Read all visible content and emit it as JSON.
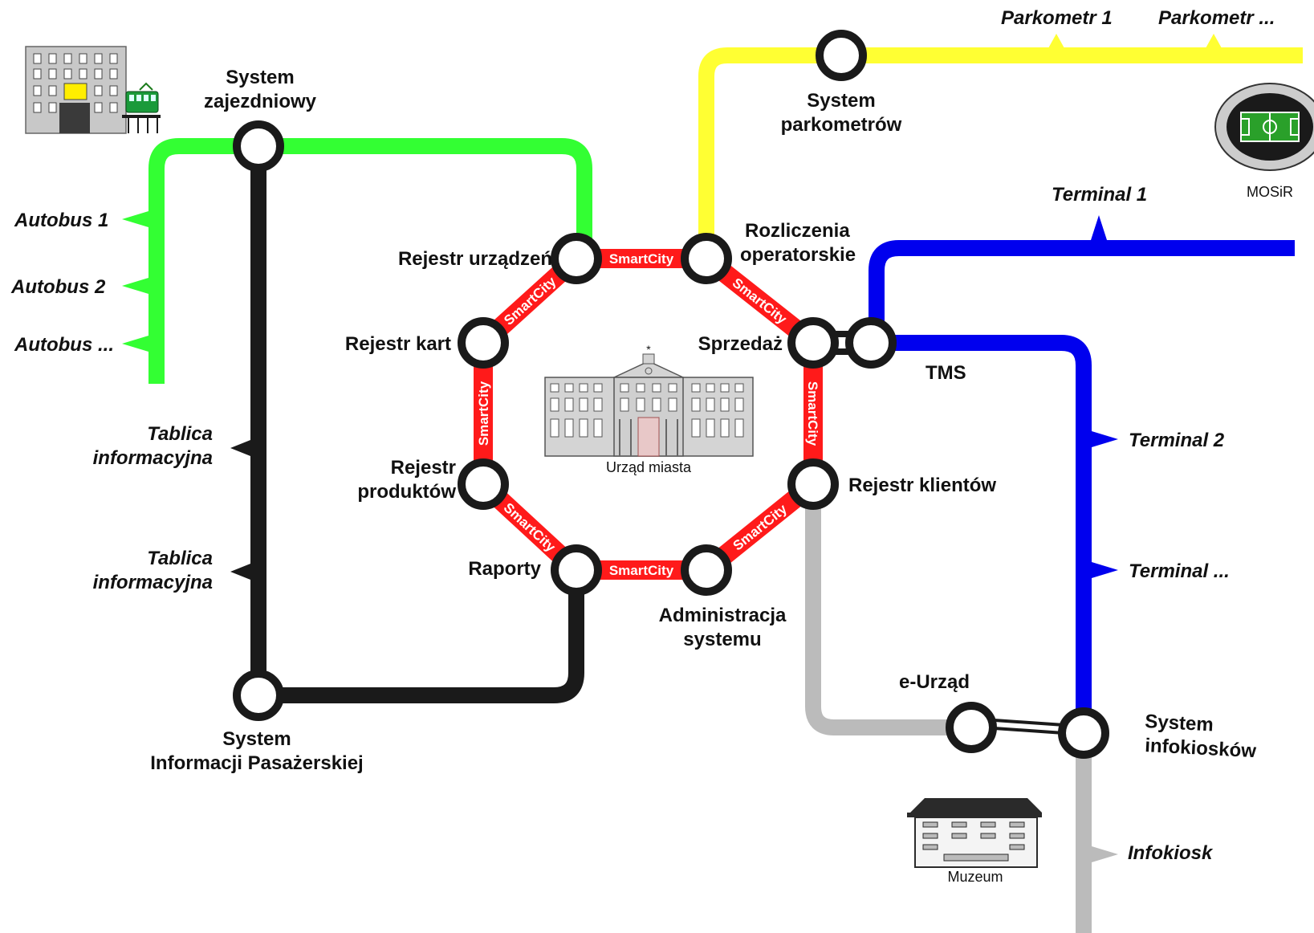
{
  "colors": {
    "green_line": "#33ff33",
    "black_line": "#1a1a1a",
    "yellow_line": "#ffff33",
    "blue_line": "#0000ee",
    "gray_line": "#bbbbbb",
    "smartcity_link": "#ff1a1a",
    "station_fill": "#ffffff",
    "station_stroke": "#1a1a1a"
  },
  "bus_depot": {
    "station_label": [
      "System",
      "zajezdniowy"
    ],
    "branches": [
      "Autobus 1",
      "Autobus 2",
      "Autobus ..."
    ]
  },
  "passenger_info": {
    "station_label": [
      "System",
      "Informacji Pasażerskiej"
    ],
    "branches": [
      [
        "Tablica",
        "informacyjna"
      ],
      [
        "Tablica",
        "informacyjna"
      ]
    ]
  },
  "parking": {
    "station_label": [
      "System",
      "parkometrów"
    ],
    "branches": [
      "Parkometr 1",
      "Parkometr ..."
    ]
  },
  "tms": {
    "station_label": "TMS",
    "branches": [
      "Terminal 1",
      "Terminal 2",
      "Terminal ..."
    ]
  },
  "kiosks": {
    "station_label": [
      "System",
      "infokiosków"
    ],
    "eurzad_label": "e-Urząd",
    "branches": [
      "Infokiosk"
    ]
  },
  "ring": {
    "link_label": "SmartCity",
    "stations": {
      "rejestr_urzadzen": "Rejestr urządzeń",
      "rozliczenia": [
        "Rozliczenia",
        "operatorskie"
      ],
      "rejestr_kart": "Rejestr kart",
      "sprzedaz": "Sprzedaż",
      "rejestr_produktow": [
        "Rejestr",
        "produktów"
      ],
      "rejestr_klientow": "Rejestr klientów",
      "raporty": "Raporty",
      "administracja": [
        "Administracja",
        "systemu"
      ]
    }
  },
  "buildings": {
    "city_hall": "Urząd miasta",
    "stadium": "MOSiR",
    "museum": "Muzeum"
  }
}
